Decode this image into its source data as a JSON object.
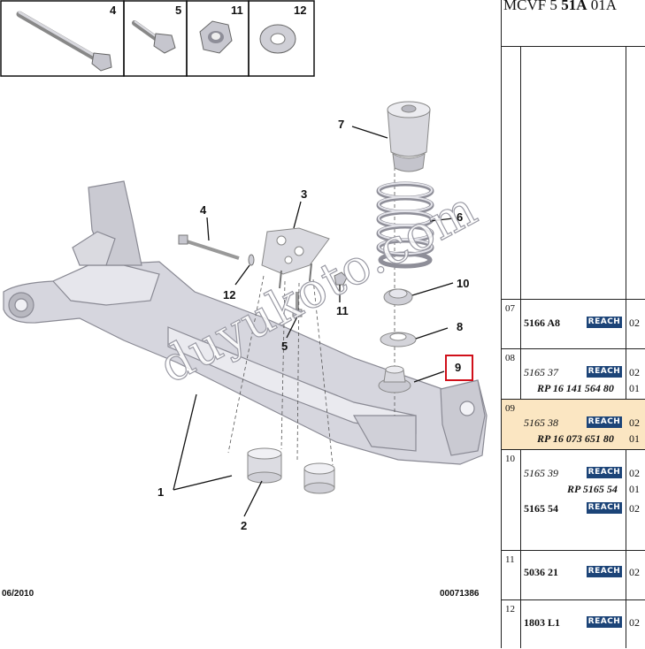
{
  "thumbnails": [
    {
      "num": "4"
    },
    {
      "num": "5"
    },
    {
      "num": "11"
    },
    {
      "num": "12"
    }
  ],
  "callouts": {
    "c1": "1",
    "c2": "2",
    "c3": "3",
    "c4": "4",
    "c5": "5",
    "c6": "6",
    "c7": "7",
    "c8": "8",
    "c9": "9",
    "c10": "10",
    "c11": "11",
    "c12": "12"
  },
  "footer": {
    "date": "06/2010",
    "code": "00071386"
  },
  "watermark": "duyukoto.com",
  "colors": {
    "highlight_box": "#d0101a",
    "highlight_row": "#fbe6c2",
    "badge": "#1c4478"
  },
  "table": {
    "title_a": "MCVF 5 ",
    "title_b": "51A",
    "title_c": " 01A",
    "rows": [
      {
        "num": "07",
        "lines": [
          {
            "ref": "5166 A8",
            "badge": "REACH",
            "qty": "02"
          }
        ]
      },
      {
        "num": "08",
        "lines": [
          {
            "ref": "5165 37",
            "badge": "REACH",
            "qty": "02"
          },
          {
            "ref": "RP 16 141 564 80",
            "qty": "01"
          }
        ]
      },
      {
        "num": "09",
        "lines": [
          {
            "ref": "5165 38",
            "badge": "REACH",
            "qty": "02"
          },
          {
            "ref": "RP 16 073 651 80",
            "qty": "01"
          }
        ]
      },
      {
        "num": "10",
        "lines": [
          {
            "ref": "5165 39",
            "badge": "REACH",
            "qty": "02"
          },
          {
            "ref": "RP 5165 54",
            "qty": "01"
          },
          {
            "ref": "5165 54",
            "badge": "REACH",
            "qty": "02"
          }
        ]
      },
      {
        "num": "11",
        "lines": [
          {
            "ref": "5036 21",
            "badge": "REACH",
            "qty": "02"
          }
        ]
      },
      {
        "num": "12",
        "lines": [
          {
            "ref": "1803 L1",
            "badge": "REACH",
            "qty": "02"
          }
        ]
      }
    ]
  }
}
